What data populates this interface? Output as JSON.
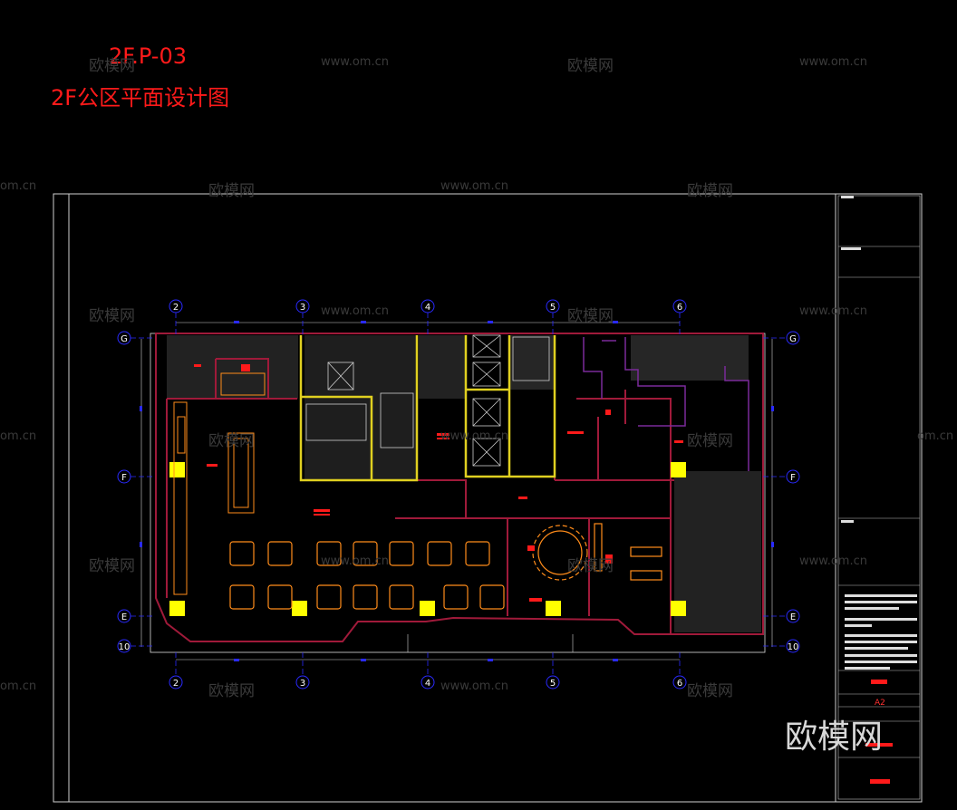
{
  "drawing": {
    "code": "2F.P-03",
    "title": "2F公区平面设计图",
    "sheet_size": "A2"
  },
  "grid_axes": {
    "columns": [
      "2",
      "3",
      "4",
      "5",
      "6"
    ],
    "rows_left": [
      "G",
      "F",
      "E",
      "10"
    ],
    "rows_right": [
      "G",
      "F",
      "E",
      "10"
    ]
  },
  "watermarks": {
    "brand": "欧模网",
    "url": "www.om.cn",
    "url_partial": "om.cn"
  },
  "colors": {
    "title": "#ff1a1a",
    "axis": "#2a2aff",
    "wall": "#a01a3a",
    "column": "#ffff00",
    "furniture": "#ff8c1a",
    "frame": "#ffffff"
  }
}
